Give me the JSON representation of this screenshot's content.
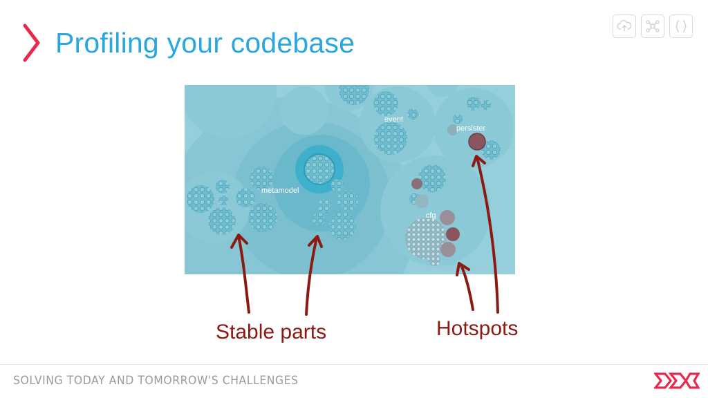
{
  "header": {
    "title": "Profiling your codebase",
    "icons": [
      "cloud-upload-icon",
      "network-icon",
      "braces-icon"
    ]
  },
  "figure": {
    "cluster_labels": {
      "metamodel": "metamodel",
      "event": "event",
      "persister": "persister",
      "cfg": "cfg"
    },
    "annotations": {
      "stable": "Stable parts",
      "hotspots": "Hotspots"
    },
    "colors": {
      "background": "#96cfdc",
      "bubble": "#5fb8cc",
      "hotspot": "#8b5560",
      "annotation": "#8b1a12"
    }
  },
  "footer": {
    "tagline": "SOLVING TODAY AND TOMORROW'S CHALLENGES",
    "logo": "company-logo"
  }
}
